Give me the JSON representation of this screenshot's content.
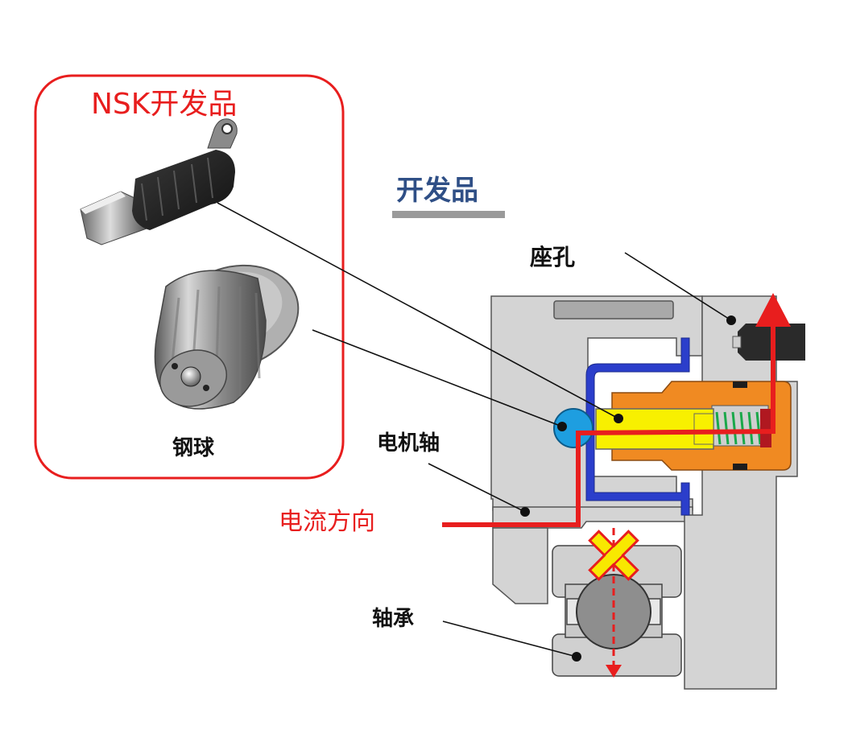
{
  "panel": {
    "title": "NSK开发品",
    "ball_label": "钢球"
  },
  "diagram": {
    "heading": "开发品",
    "labels": {
      "seat_hole": "座孔",
      "motor_shaft": "电机轴",
      "current_direction": "电流方向",
      "bearing": "轴承"
    }
  },
  "colors": {
    "red": "#e81e1e",
    "housing_gray": "#d4d4d4",
    "outline": "#555555",
    "blue_shield": "#2b3ecb",
    "ball_blue": "#1e9ee0",
    "orange_sleeve": "#f08a22",
    "yellow_brush": "#f8f000",
    "spring_green": "#1aa84a",
    "heading_blue": "#2f4f86"
  }
}
